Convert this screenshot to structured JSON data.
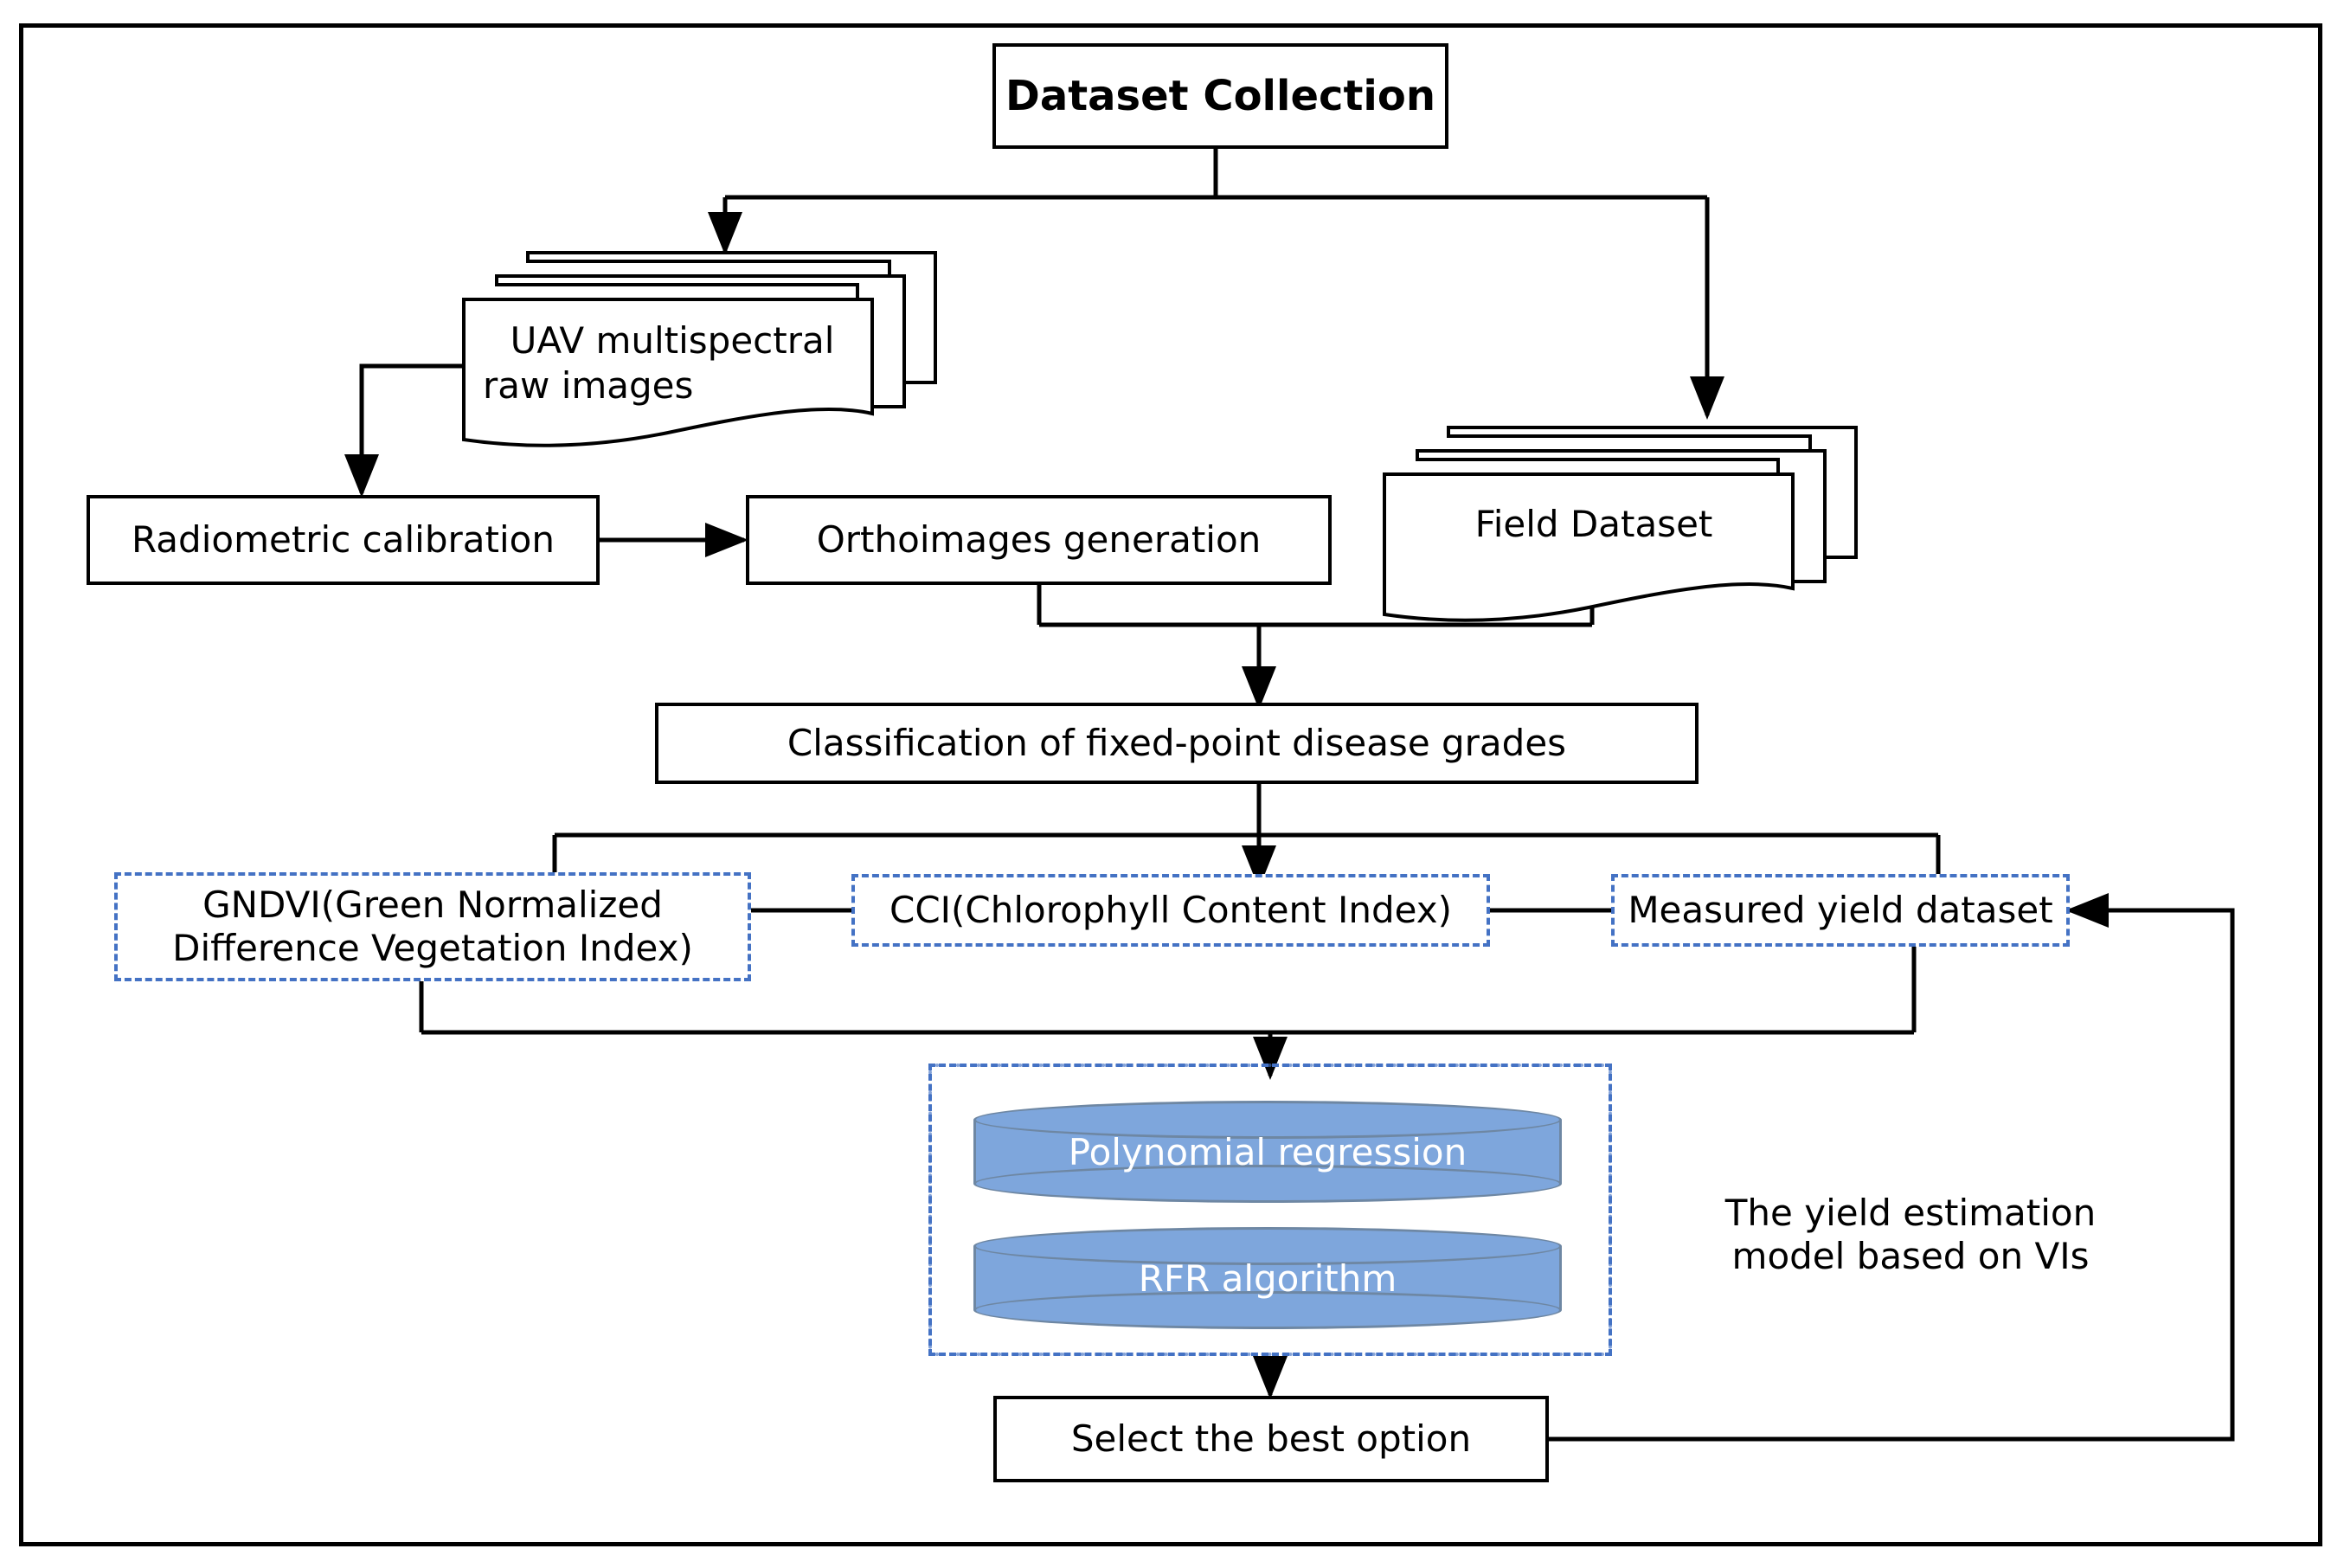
{
  "diagram": {
    "title_node": "Dataset Collection",
    "nodes": {
      "dataset_collection": "Dataset Collection",
      "uav_images": "UAV multispectral\nraw images",
      "uav_images_line1": "UAV multispectral",
      "uav_images_line2": "raw images",
      "field_dataset": "Field Dataset",
      "radiometric_calibration": "Radiometric calibration",
      "orthoimages_generation": "Orthoimages generation",
      "classification": "Classification of fixed-point disease grades",
      "gndvi_line1": "GNDVI(Green Normalized",
      "gndvi_line2": "Difference Vegetation Index)",
      "cci": "CCI(Chlorophyll Content Index)",
      "measured_yield": "Measured yield dataset",
      "polynomial_regression": "Polynomial regression",
      "rfr_algorithm": "RFR algorithm",
      "model_caption_line1": "The yield estimation",
      "model_caption_line2": "model based on VIs",
      "select_best_option": "Select the best option"
    },
    "colors": {
      "stroke": "#000000",
      "dashed_border": "#4472C4",
      "cylinder_fill": "#7EA6DC",
      "cylinder_stroke": "#6E87A3",
      "cylinder_text": "#FFFFFF",
      "background": "#FFFFFF"
    },
    "edges": [
      {
        "from": "dataset_collection",
        "to": "uav_images",
        "style": "split-arrow"
      },
      {
        "from": "dataset_collection",
        "to": "field_dataset",
        "style": "split-arrow"
      },
      {
        "from": "uav_images",
        "to": "radiometric_calibration",
        "style": "elbow-arrow"
      },
      {
        "from": "radiometric_calibration",
        "to": "orthoimages_generation",
        "style": "arrow"
      },
      {
        "from": "orthoimages_generation",
        "to": "classification",
        "style": "merge-arrow"
      },
      {
        "from": "field_dataset",
        "to": "classification",
        "style": "merge-arrow"
      },
      {
        "from": "classification",
        "to": "gndvi",
        "style": "split-line"
      },
      {
        "from": "classification",
        "to": "cci",
        "style": "split-arrow"
      },
      {
        "from": "classification",
        "to": "measured_yield",
        "style": "split-line"
      },
      {
        "from": "gndvi",
        "to": "cci",
        "style": "line"
      },
      {
        "from": "cci",
        "to": "measured_yield",
        "style": "line"
      },
      {
        "from": "gndvi",
        "to": "model_group",
        "style": "merge-arrow"
      },
      {
        "from": "measured_yield",
        "to": "model_group",
        "style": "merge-arrow"
      },
      {
        "from": "model_group",
        "to": "select_best_option",
        "style": "arrow"
      },
      {
        "from": "select_best_option",
        "to": "measured_yield",
        "style": "feedback-arrow"
      }
    ]
  }
}
